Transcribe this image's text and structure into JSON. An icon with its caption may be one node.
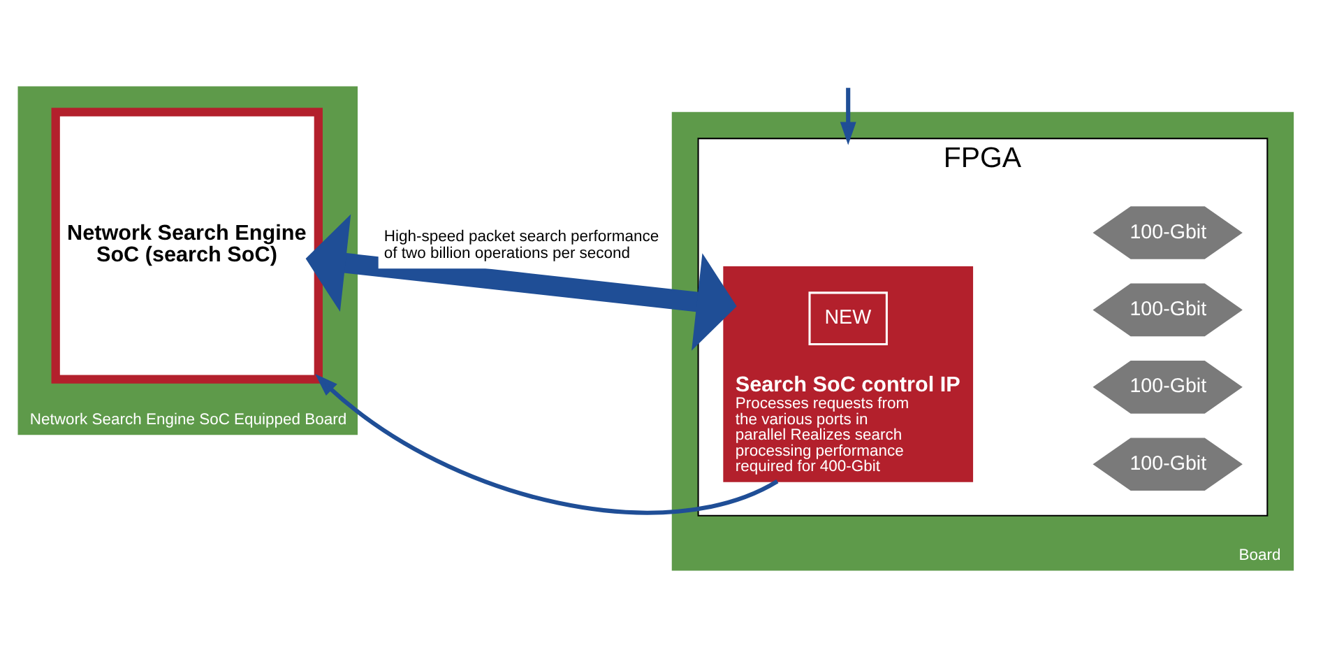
{
  "diagram": {
    "nodes": [
      {
        "text": [
          "Network Search Engine SoC Equipped Board"
        ]
      },
      {
        "text": [
          "Network Search Engine SoC (search SoC)"
        ],
        "in": 0
      },
      {
        "text": [
          "Board"
        ]
      },
      {
        "text": [
          "FPGA"
        ],
        "in": 2
      },
      {
        "text": [
          "Search SoC control IP",
          "Processes requests from the various ports in parallel Realizes search processing performance required for 400-Gbit"
        ],
        "in": 3
      },
      {
        "text": [
          "NEW"
        ],
        "in": 4
      },
      {
        "text": [
          "100-Gbit"
        ],
        "in": 3
      },
      {
        "text": [
          "100-Gbit"
        ],
        "in": 3
      },
      {
        "text": [
          "100-Gbit"
        ],
        "in": 3
      },
      {
        "text": [
          "100-Gbit"
        ],
        "in": 3
      }
    ],
    "edges": [
      {
        "from": 1,
        "to": 4,
        "arrow": "both",
        "label": "High-speed packet search performance of two billion operations per second",
        "style": "thick"
      },
      {
        "from": 4,
        "to": 1,
        "arrow": "to"
      },
      {
        "from": null,
        "to": 3,
        "arrow": "to"
      }
    ]
  }
}
